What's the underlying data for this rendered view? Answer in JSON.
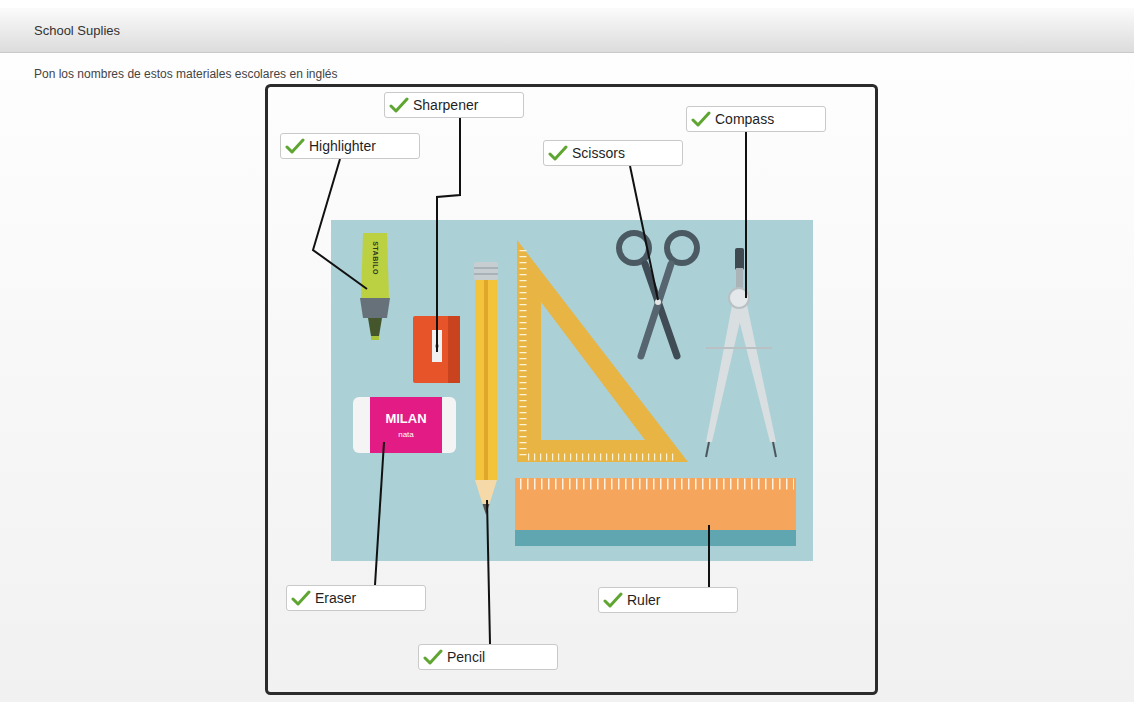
{
  "diagram": {
    "title": "School Suplies",
    "nodes": [
      {
        "text": [
          "Sharpener"
        ]
      },
      {
        "text": [
          "Compass"
        ]
      },
      {
        "text": [
          "Highlighter"
        ]
      },
      {
        "text": [
          "Scissors"
        ]
      },
      {
        "text": [
          "Eraser"
        ]
      },
      {
        "text": [
          "Ruler"
        ]
      },
      {
        "text": [
          "Pencil"
        ]
      }
    ],
    "labels": [
      "Pon los nombres de estos materiales escolares en inglés",
      "STABILO",
      "MILAN",
      "nata"
    ]
  }
}
